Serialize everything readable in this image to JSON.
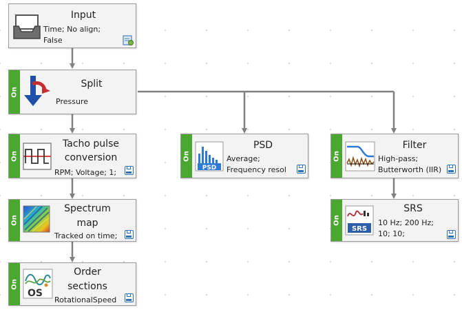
{
  "nodes": {
    "input": {
      "title": "Input",
      "desc1": "Time; No align;",
      "desc2": "False"
    },
    "split": {
      "on_label": "On",
      "title": "Split",
      "desc1": "Pressure"
    },
    "tacho": {
      "on_label": "On",
      "title1": "Tacho pulse",
      "title2": "conversion",
      "desc1": "RPM; Voltage; 1;"
    },
    "psd": {
      "on_label": "On",
      "title": "PSD",
      "icon_text": "PSD",
      "desc1": "Average;",
      "desc2": "Frequency resol"
    },
    "filter": {
      "on_label": "On",
      "title": "Filter",
      "desc1": "High-pass;",
      "desc2": "Butterworth (IIR)"
    },
    "spectrum": {
      "on_label": "On",
      "title1": "Spectrum",
      "title2": "map",
      "desc1": "Tracked on time;"
    },
    "srs": {
      "on_label": "On",
      "title": "SRS",
      "icon_text": "SRS",
      "desc1": "10 Hz; 200 Hz;",
      "desc2": "10; 10;"
    },
    "order": {
      "on_label": "On",
      "title1": "Order",
      "title2": "sections",
      "icon_text": "OS",
      "desc1": "RotationalSpeed"
    }
  },
  "colors": {
    "on_tab": "#4aa831",
    "connector": "#808080",
    "save_icon": "#2f6fb8"
  }
}
